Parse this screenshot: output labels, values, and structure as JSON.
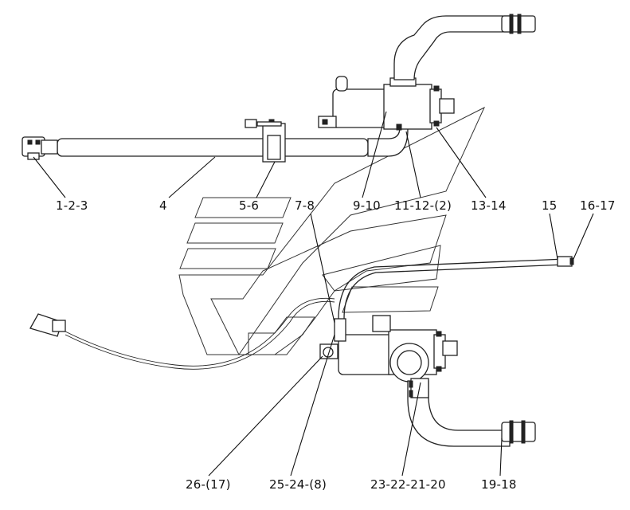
{
  "callouts": {
    "c1": "1-2-3",
    "c2": "4",
    "c3": "5-6",
    "c4": "7-8",
    "c5": "9-10",
    "c6": "11-12-(2)",
    "c7": "13-14",
    "c8": "15",
    "c9": "16-17",
    "c10": "26-(17)",
    "c11": "25-24-(8)",
    "c12": "23-22-21-20",
    "c13": "19-18"
  }
}
